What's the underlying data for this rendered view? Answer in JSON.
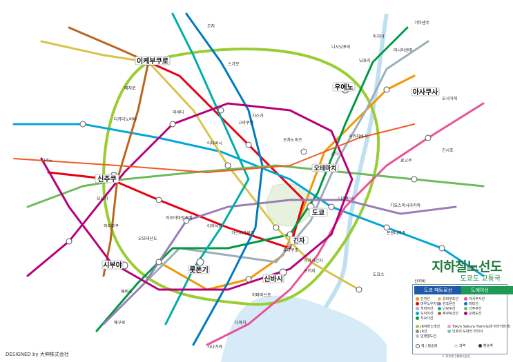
{
  "title": "지하철노선도",
  "subtitle": "도쿄도 교통국",
  "credit": "DESIGNED by 大伸株式会社",
  "footnote": "© 東京地下鐵株式会社",
  "legend": {
    "metro_header": "도쿄 메트로선",
    "toei_header": "도에이선",
    "metro_lines": [
      {
        "name": "긴자선",
        "color": "#f39700"
      },
      {
        "name": "마루노우치선",
        "color": "#e60012"
      },
      {
        "name": "히비야선",
        "color": "#9caeb7"
      },
      {
        "name": "도자이선",
        "color": "#00a7db"
      },
      {
        "name": "지요다선",
        "color": "#009944"
      },
      {
        "name": "유라쿠초선",
        "color": "#d7c447"
      },
      {
        "name": "한조몬선",
        "color": "#9b7cb6"
      },
      {
        "name": "난보쿠선",
        "color": "#00ada9"
      },
      {
        "name": "후쿠토신선",
        "color": "#bb641d"
      }
    ],
    "toei_lines": [
      {
        "name": "아사쿠사선",
        "color": "#e85298"
      },
      {
        "name": "미타선",
        "color": "#0079c2"
      },
      {
        "name": "신주쿠선",
        "color": "#6cbb5a"
      },
      {
        "name": "오에도선",
        "color": "#b6007a"
      }
    ],
    "other_lines": [
      {
        "name": "JR야마노테선",
        "color": "#9acd32"
      },
      {
        "name": "JR선"
      },
      {
        "name": "민영철도선"
      },
      {
        "name": "Tokyo Sakura Tram(도덴 아라카와선)"
      },
      {
        "name": "닛포리·도네리 라이너"
      }
    ],
    "symbols": [
      "역 / 환승역",
      "과역",
      "환승역"
    ]
  },
  "major_stations": [
    {
      "name": "이케부쿠로"
    },
    {
      "name": "우에노"
    },
    {
      "name": "신주쿠"
    },
    {
      "name": "도쿄"
    },
    {
      "name": "시부야"
    },
    {
      "name": "롯폰기"
    },
    {
      "name": "신바시"
    },
    {
      "name": "아사쿠사"
    },
    {
      "name": "긴자"
    },
    {
      "name": "오테마치"
    }
  ],
  "stations": [
    {
      "name": "오지"
    },
    {
      "name": "스가모"
    },
    {
      "name": "고라쿠엔"
    },
    {
      "name": "가스가"
    },
    {
      "name": "이다바시"
    },
    {
      "name": "오차노미즈"
    },
    {
      "name": "아키하바라"
    },
    {
      "name": "간다"
    },
    {
      "name": "니혼바시"
    },
    {
      "name": "유라쿠초"
    },
    {
      "name": "가스미가세키"
    },
    {
      "name": "아카사카"
    },
    {
      "name": "아오야마잇초메"
    },
    {
      "name": "오모테산도"
    },
    {
      "name": "요요기"
    },
    {
      "name": "나카노"
    },
    {
      "name": "에비스"
    },
    {
      "name": "메구로"
    },
    {
      "name": "시나가와"
    },
    {
      "name": "다마치"
    },
    {
      "name": "하마마쓰초"
    },
    {
      "name": "쓰키지"
    },
    {
      "name": "몬젠나카초"
    },
    {
      "name": "기요스미시라카와"
    },
    {
      "name": "료고쿠"
    },
    {
      "name": "오시아게"
    },
    {
      "name": "긴시초"
    },
    {
      "name": "닛포리"
    },
    {
      "name": "니시닛포리"
    },
    {
      "name": "기타센주"
    },
    {
      "name": "미나미센주"
    },
    {
      "name": "마치야"
    },
    {
      "name": "와세다"
    },
    {
      "name": "다카다노바바"
    },
    {
      "name": "메지로"
    },
    {
      "name": "하라주쿠"
    },
    {
      "name": "도요스"
    },
    {
      "name": "신키바"
    },
    {
      "name": "가쓰시마"
    },
    {
      "name": "히가시긴자"
    }
  ],
  "map_style": {
    "background": "#ffffff",
    "river_color": "#bfe0f2",
    "bay_color": "#cfe6f5",
    "yamanote_color": "#80c241"
  }
}
